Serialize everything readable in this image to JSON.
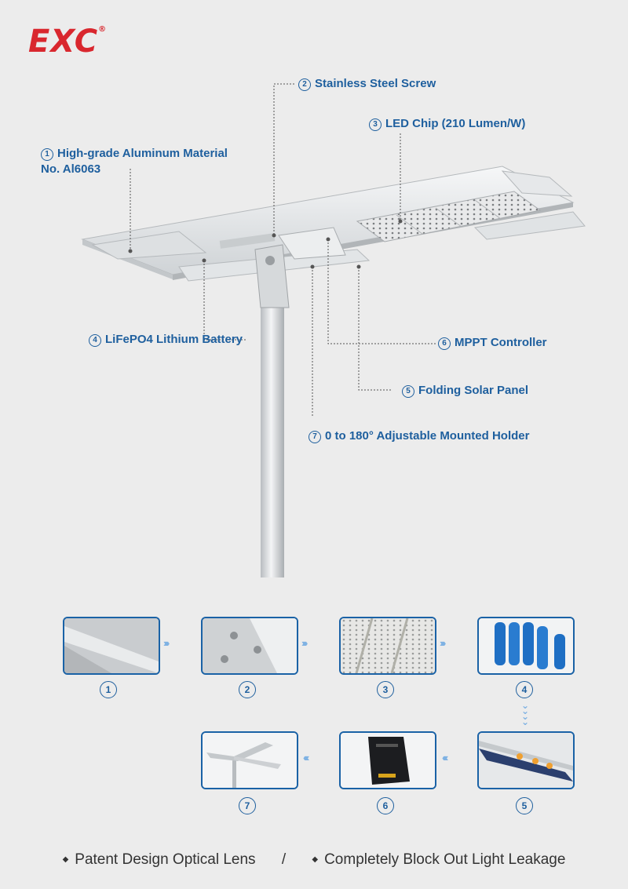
{
  "brand": {
    "logo_text": "EXC",
    "registered": "®",
    "color": "#d9272e"
  },
  "accent_color": "#1e5f9e",
  "callouts": [
    {
      "num": "1",
      "text": "High-grade Aluminum Material",
      "text2": "No. Al6063"
    },
    {
      "num": "2",
      "text": "Stainless Steel Screw"
    },
    {
      "num": "3",
      "text": "LED Chip (210 Lumen/W)"
    },
    {
      "num": "4",
      "text": "LiFePO4 Lithium Battery"
    },
    {
      "num": "5",
      "text": "Folding Solar Panel"
    },
    {
      "num": "6",
      "text": "MPPT Controller"
    },
    {
      "num": "7",
      "text": "0 to 180° Adjustable Mounted Holder"
    }
  ],
  "steps": [
    "1",
    "2",
    "3",
    "4",
    "5",
    "6",
    "7"
  ],
  "footer": {
    "item1": "Patent Design Optical Lens",
    "separator": "/",
    "item2": "Completely Block Out Light Leakage"
  }
}
